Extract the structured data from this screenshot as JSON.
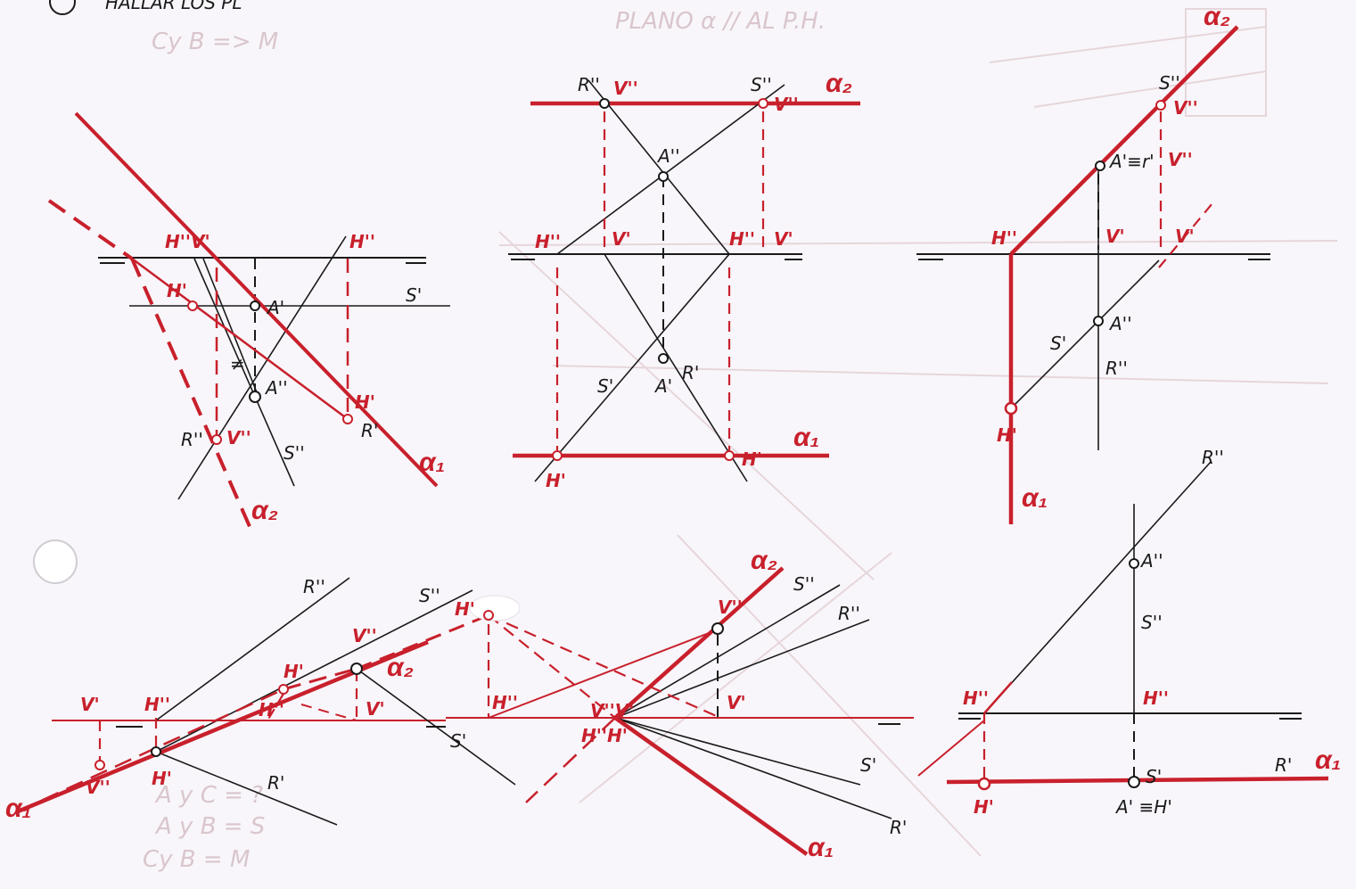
{
  "header": {
    "title_fragment": "HALLAR LOS PL"
  },
  "ghost_notes": {
    "top_right": "PLANO α // AL P.H.",
    "note_1": "Cy B => M",
    "bottom_1": "A y C = ?",
    "bottom_2": "A y B = S",
    "bottom_3": "Cy B = M"
  },
  "colors": {
    "ink": "#1a1a1a",
    "trace": "#c8202c",
    "paper": "#f8f6fa",
    "ghost": "#d9c6cc"
  },
  "figures": [
    {
      "id": "fig-1",
      "labels": {
        "h2v1": "H''V'",
        "h2": "H''",
        "h1": "H'",
        "h1b": "H'",
        "a1": "A'",
        "a2": "A''",
        "s1": "S'",
        "s2": "S''",
        "r2": "R''",
        "v2": "V''",
        "r1": "R'",
        "alpha1": "α₁",
        "alpha2": "α₂",
        "tick": "≠"
      }
    },
    {
      "id": "fig-2",
      "labels": {
        "r2": "R''",
        "v2": "V''",
        "s2": "S''",
        "v2b": "V''",
        "a2": "A''",
        "h2": "H''",
        "v1": "V'",
        "h2b": "H''",
        "v1b": "V'",
        "s1": "S'",
        "a1": "A'",
        "r1": "R'",
        "h1": "H'",
        "h1b": "H'",
        "alpha1": "α₁",
        "alpha2": "α₂"
      }
    },
    {
      "id": "fig-3",
      "labels": {
        "s2": "S''",
        "v2": "V''",
        "a1r1": "A'≡r'",
        "v2b": "V''",
        "h2": "H''",
        "v1": "V'",
        "v1b": "V'",
        "s1": "S'",
        "a2": "A''",
        "r2": "R''",
        "h1": "H'",
        "alpha1": "α₁",
        "alpha2": "α₂"
      }
    },
    {
      "id": "fig-4",
      "labels": {
        "r2": "R''",
        "s2": "S''",
        "v2": "V''",
        "h1": "H'",
        "h2": "H''",
        "v1": "V'",
        "h2b": "H''",
        "v1b": "V'",
        "v2b": "V''",
        "h1b": "H'",
        "s1": "S'",
        "r1": "R'",
        "alpha1": "α₁",
        "alpha2": "α₂"
      }
    },
    {
      "id": "fig-5",
      "labels": {
        "h1": "H'",
        "s2": "S''",
        "r2": "R''",
        "v2": "V''",
        "h2": "H''",
        "v2v1": "V''V'",
        "h2h1": "H''H'",
        "v1": "V'",
        "s1": "S'",
        "r1": "R'",
        "alpha1": "α₁",
        "alpha2": "α₂"
      }
    },
    {
      "id": "fig-6",
      "labels": {
        "r2": "R''",
        "a2": "A''",
        "s2": "S''",
        "h2": "H''",
        "h2b": "H''",
        "h1": "H'",
        "s1": "S'",
        "r1": "R'",
        "a1h1": "A' ≡H'",
        "alpha1": "α₁"
      }
    }
  ]
}
